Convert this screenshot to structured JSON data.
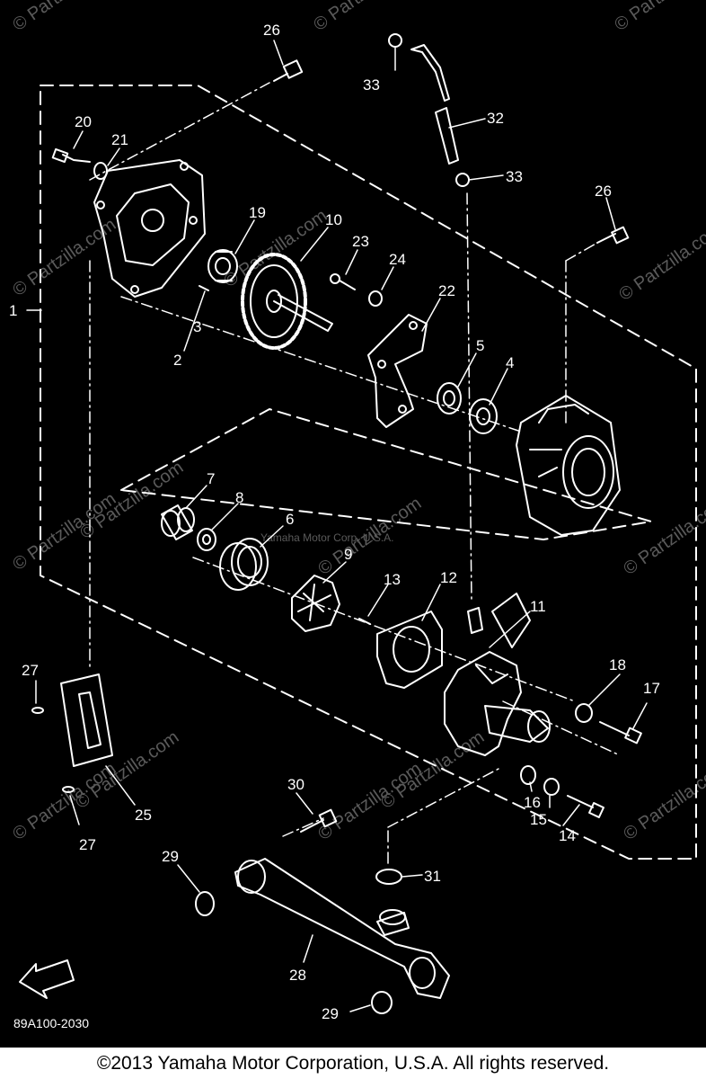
{
  "colors": {
    "background": "#000000",
    "linework": "#ffffff",
    "watermark": "#5a5a5a",
    "footer_bg": "#ffffff",
    "footer_text": "#000000"
  },
  "watermarks": [
    "© Partzilla.com",
    "Yamaha Motor Corp, U.S.A."
  ],
  "diagram": {
    "drawing_code": "89A100-2030",
    "fwd_label": "FWD",
    "callouts": [
      {
        "id": "1",
        "label": "1"
      },
      {
        "id": "2",
        "label": "2"
      },
      {
        "id": "3",
        "label": "3"
      },
      {
        "id": "4",
        "label": "4"
      },
      {
        "id": "5",
        "label": "5"
      },
      {
        "id": "6",
        "label": "6"
      },
      {
        "id": "7",
        "label": "7"
      },
      {
        "id": "8",
        "label": "8"
      },
      {
        "id": "9",
        "label": "9"
      },
      {
        "id": "10",
        "label": "10"
      },
      {
        "id": "11",
        "label": "11"
      },
      {
        "id": "12",
        "label": "12"
      },
      {
        "id": "13",
        "label": "13"
      },
      {
        "id": "14",
        "label": "14"
      },
      {
        "id": "15",
        "label": "15"
      },
      {
        "id": "16",
        "label": "16"
      },
      {
        "id": "17",
        "label": "17"
      },
      {
        "id": "18",
        "label": "18"
      },
      {
        "id": "19",
        "label": "19"
      },
      {
        "id": "20",
        "label": "20"
      },
      {
        "id": "21",
        "label": "21"
      },
      {
        "id": "22",
        "label": "22"
      },
      {
        "id": "23",
        "label": "23"
      },
      {
        "id": "24",
        "label": "24"
      },
      {
        "id": "25",
        "label": "25"
      },
      {
        "id": "26a",
        "label": "26"
      },
      {
        "id": "26b",
        "label": "26"
      },
      {
        "id": "27a",
        "label": "27"
      },
      {
        "id": "27b",
        "label": "27"
      },
      {
        "id": "28",
        "label": "28"
      },
      {
        "id": "29a",
        "label": "29"
      },
      {
        "id": "29b",
        "label": "29"
      },
      {
        "id": "30",
        "label": "30"
      },
      {
        "id": "31",
        "label": "31"
      },
      {
        "id": "32",
        "label": "32"
      },
      {
        "id": "33a",
        "label": "33"
      },
      {
        "id": "33b",
        "label": "33"
      }
    ]
  },
  "footer": {
    "copyright": "©2013 Yamaha Motor Corporation, U.S.A. All rights reserved."
  }
}
